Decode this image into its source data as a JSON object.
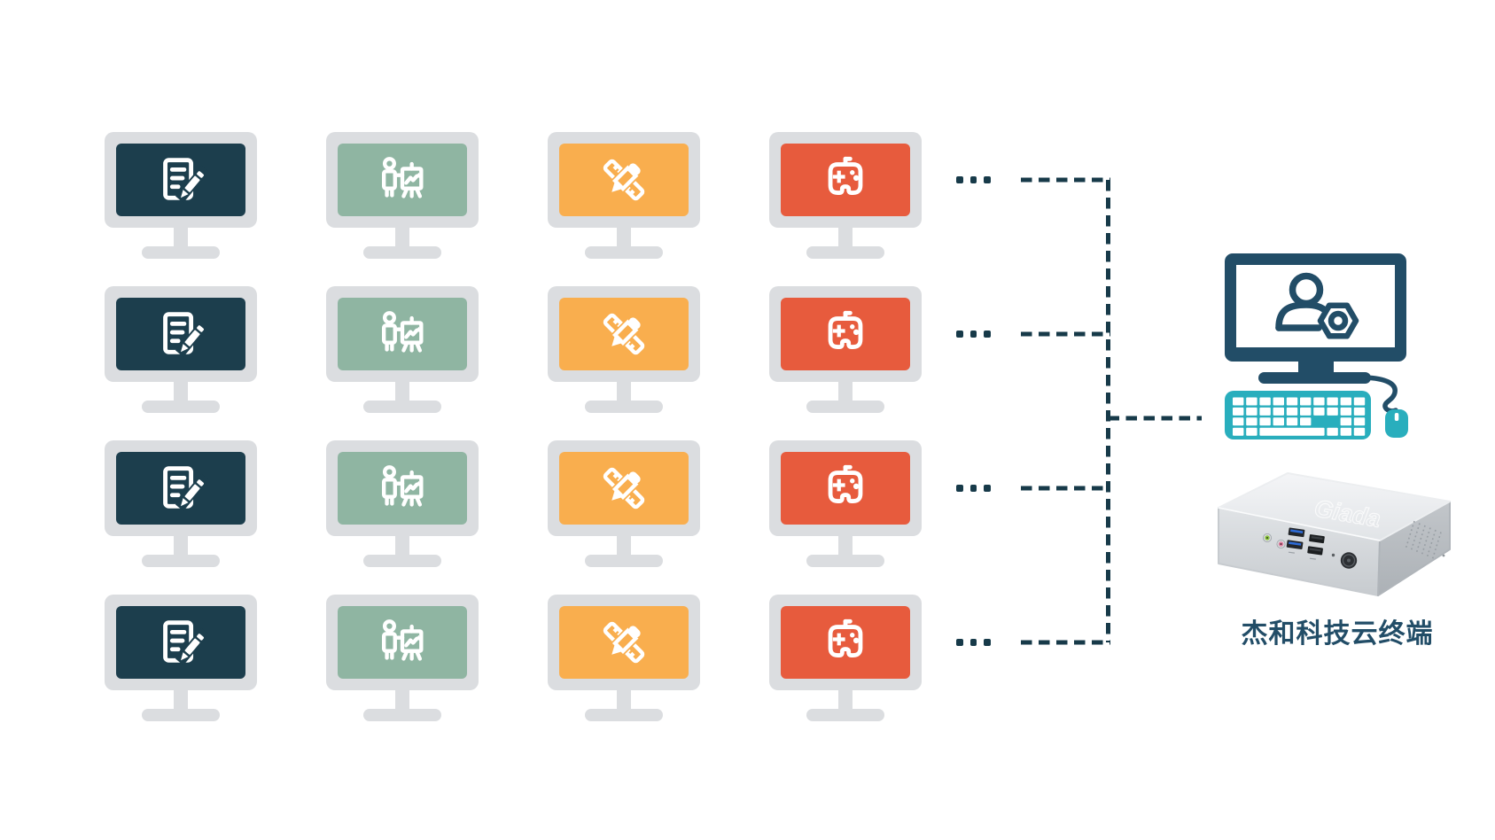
{
  "colors": {
    "connector": "#173a49",
    "navy": "#224d67",
    "teal": "#29aebd",
    "frame": "#dbdde0"
  },
  "diagram": {
    "client_grid": {
      "rows": 4,
      "columns": [
        {
          "name": "office",
          "icon": "document-edit-icon",
          "screen_color": "#1c3e4d"
        },
        {
          "name": "presentation",
          "icon": "presentation-chart-icon",
          "screen_color": "#8fb5a2"
        },
        {
          "name": "design",
          "icon": "ruler-pencil-icon",
          "screen_color": "#f9ae4e"
        },
        {
          "name": "gaming",
          "icon": "gamepad-icon",
          "screen_color": "#e75b3d"
        }
      ]
    },
    "connector": {
      "ellipsis_dot_count": 3,
      "row_count": 4,
      "style": "dashed"
    },
    "terminal": {
      "screen_icon": "user-settings-icon",
      "device_logo": "Giada",
      "label": "杰和科技云终端"
    }
  }
}
